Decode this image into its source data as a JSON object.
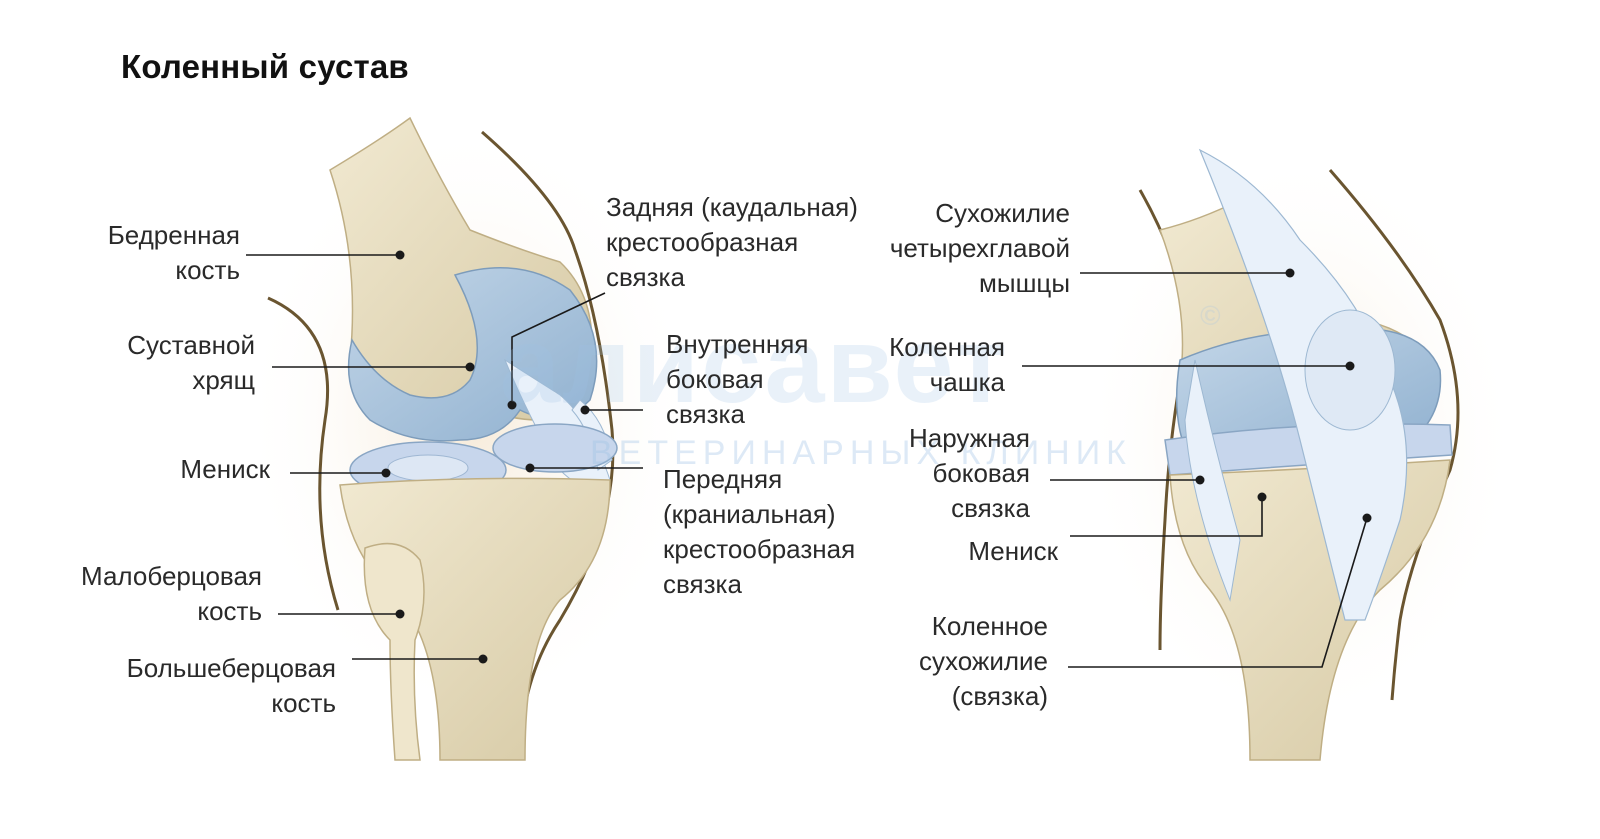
{
  "title": "Коленный сустав",
  "watermark": {
    "brand": "алисавет",
    "copyright": "©",
    "subtitle": "ВЕТЕРИНАРНЫХ КЛИНИК"
  },
  "colors": {
    "bone": "#e7dcbf",
    "bone_shade": "#cfc29d",
    "cartilage": "#a9c4dc",
    "meniscus": "#c7d6ec",
    "ligament": "#e9f1fa",
    "skin_outline": "#6a5530",
    "leader_line": "#1a1a1a"
  },
  "left_labels": {
    "femur": "Бедренная\nкость",
    "cartilage": "Суставной\nхрящ",
    "meniscus": "Мениск",
    "fibula": "Малоберцовая\nкость",
    "tibia": "Большеберцовая\nкость",
    "caudal_ligament": "Задняя (каудальная)\nкрестообразная\nсвязка",
    "medial_ligament": "Внутренняя\nбоковая\nсвязка",
    "cranial_ligament": "Передняя\n(краниальная)\nкрестообразная\nсвязка"
  },
  "right_labels": {
    "quad_tendon": "Сухожилие\nчетырехглавой\nмышцы",
    "patella": "Коленная\nчашка",
    "lateral_ligament": "Наружная\nбоковая\nсвязка",
    "meniscus": "Мениск",
    "patellar_tendon": "Коленное\nсухожилие\n(связка)"
  }
}
